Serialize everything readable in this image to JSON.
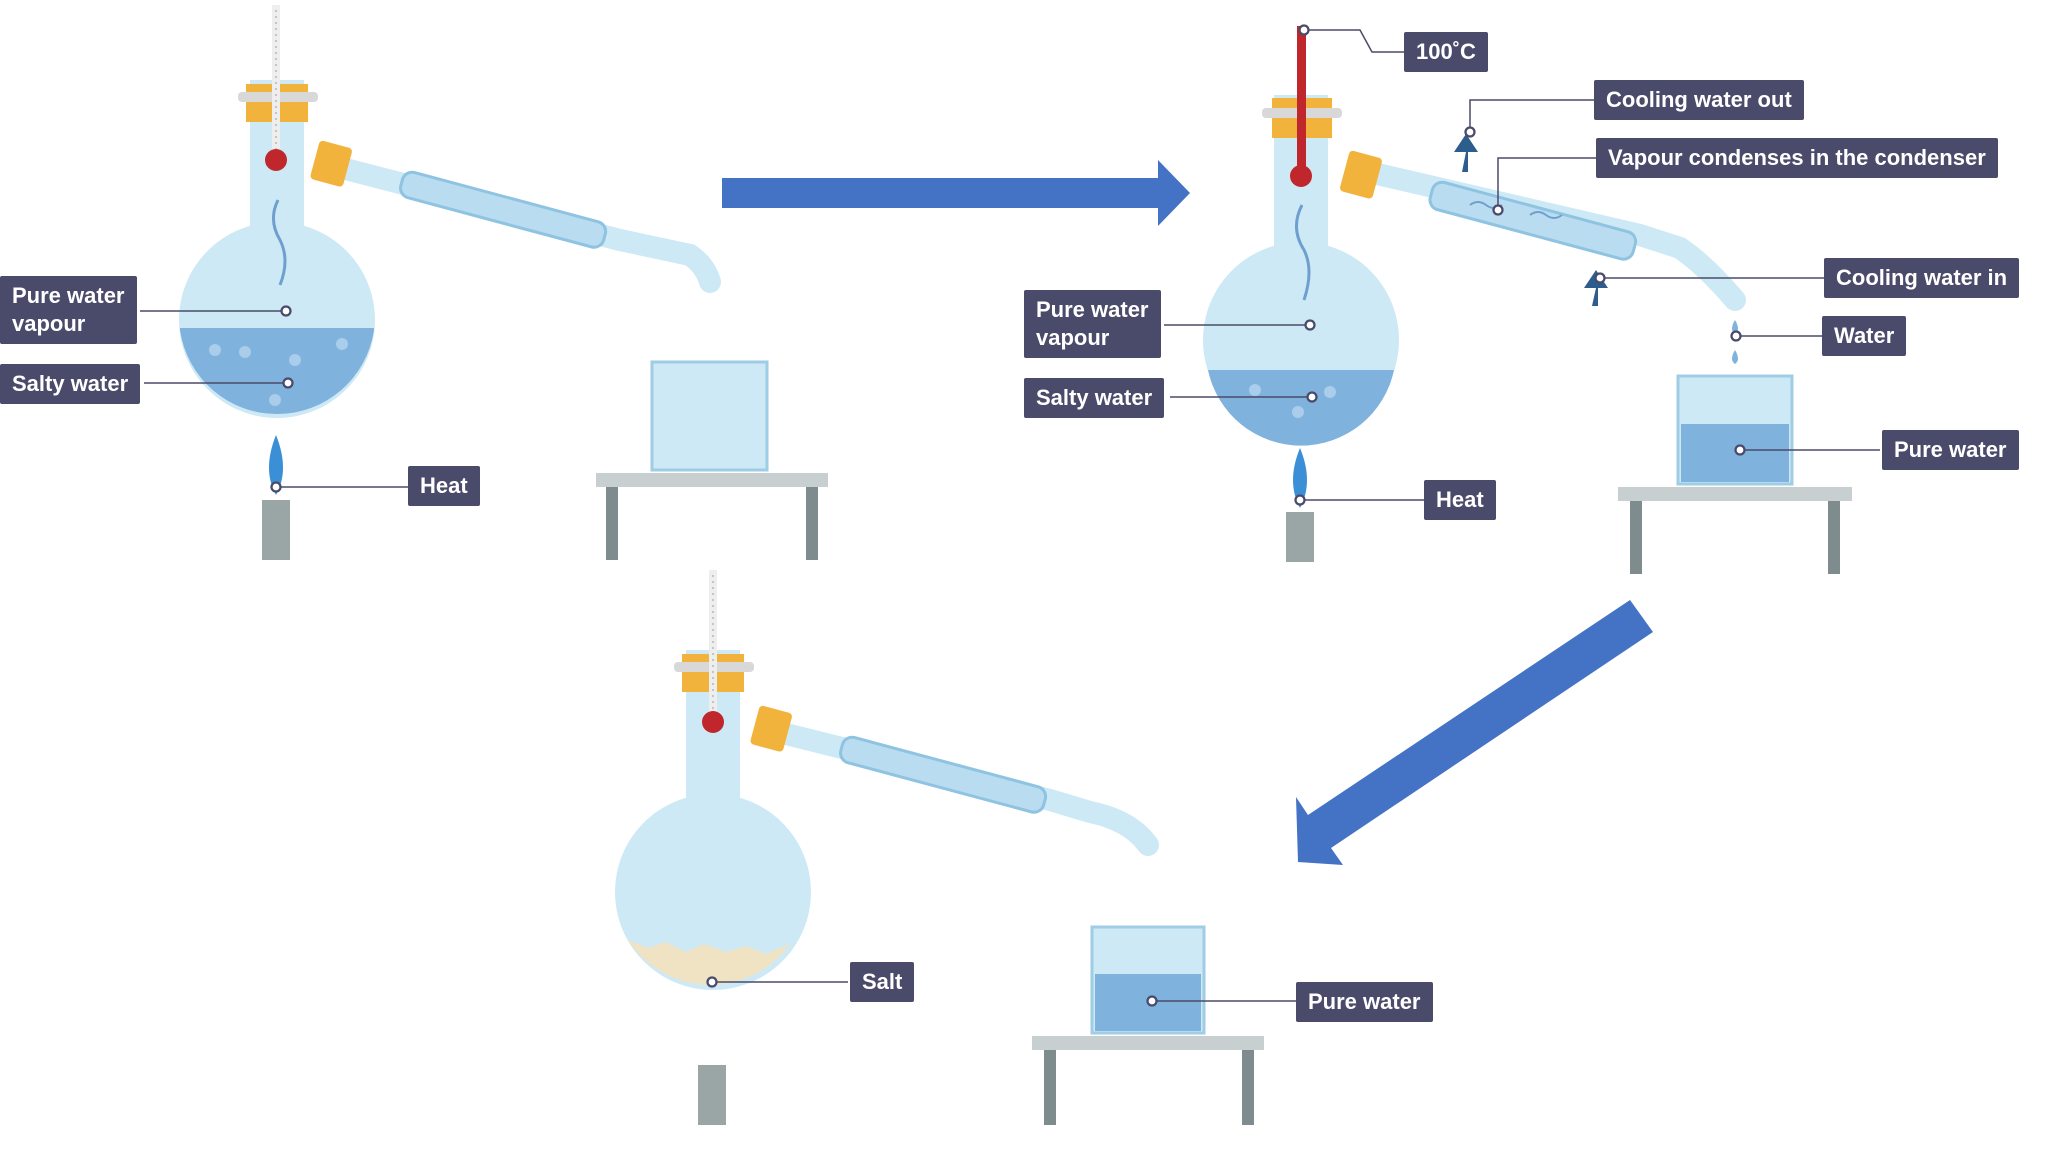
{
  "labels": {
    "s1_vapour": "Pure water\nvapour",
    "s1_salty": "Salty water",
    "s1_heat": "Heat",
    "s2_temp": "100˚C",
    "s2_cool_out": "Cooling water out",
    "s2_condense": "Vapour condenses in the condenser",
    "s2_cool_in": "Cooling water in",
    "s2_water": "Water",
    "s2_pure": "Pure water",
    "s2_vapour": "Pure water\nvapour",
    "s2_salty": "Salty water",
    "s2_heat": "Heat",
    "s3_salt": "Salt",
    "s3_pure": "Pure water"
  },
  "colors": {
    "glass": "#cde9f5",
    "glass_edge": "#9fcde6",
    "liquid": "#7fb2dd",
    "stopper": "#f2b33d",
    "arrow": "#4472c4",
    "label_bg": "#4a4a6a",
    "thermo_red": "#c0272d",
    "salt": "#efe3c4",
    "flame": "#3b8fd6",
    "stand": "#7f8c8d"
  }
}
